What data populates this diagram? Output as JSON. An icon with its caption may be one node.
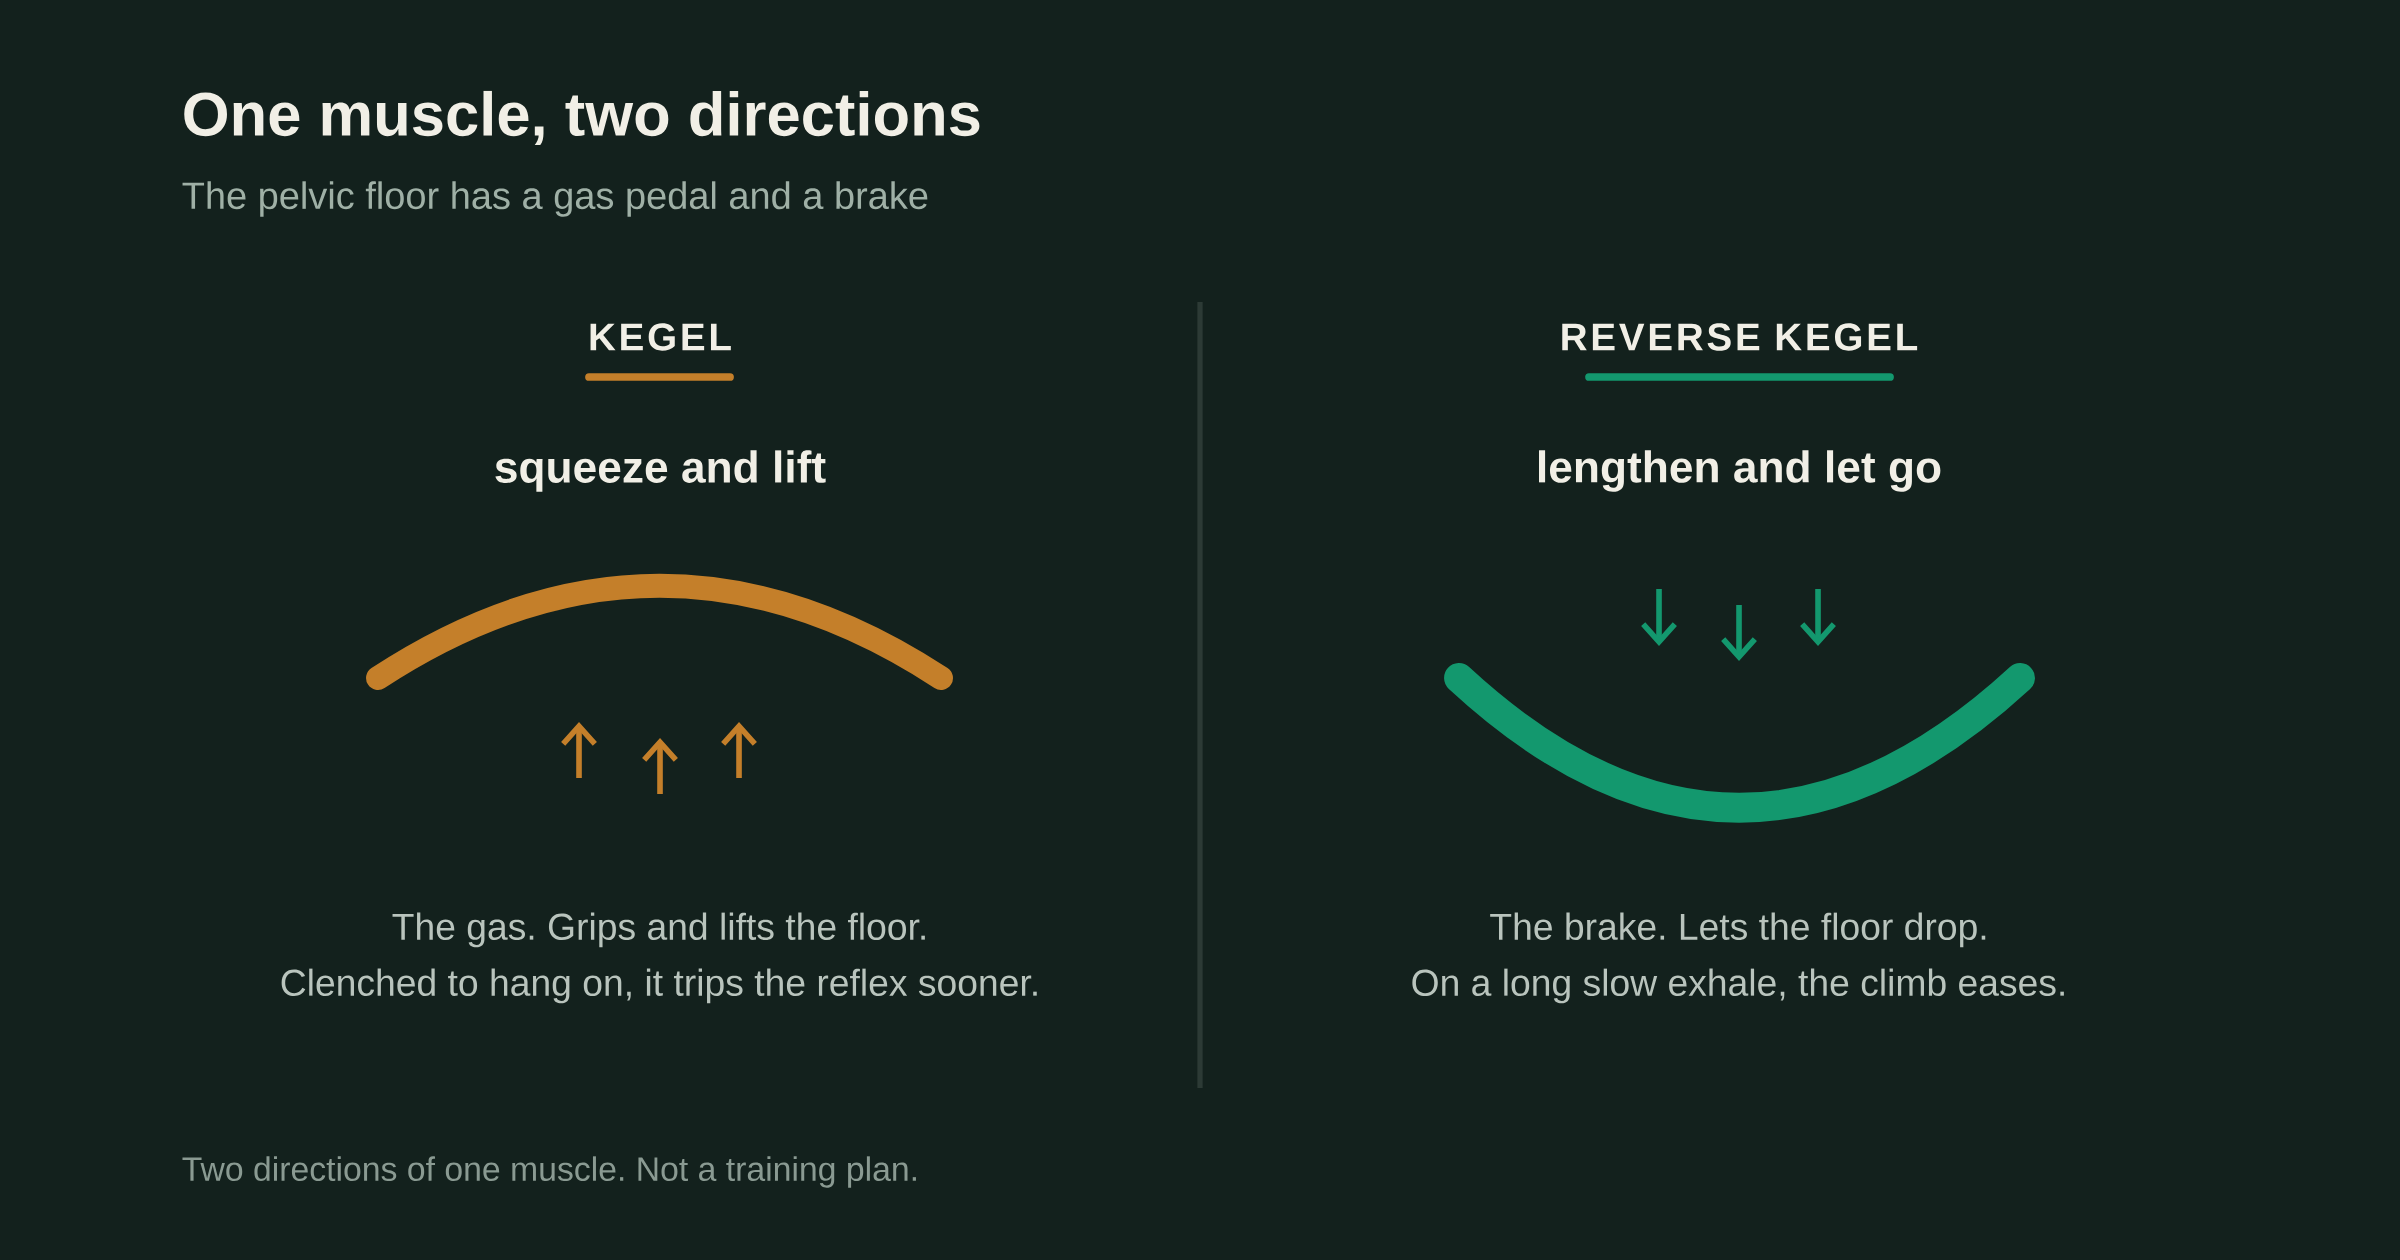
{
  "diagram": {
    "title": "One muscle, two directions",
    "labels": [
      "The pelvic floor has a gas pedal and a brake",
      "KEGEL",
      "squeeze and lift",
      "The gas. Grips and lifts the floor.",
      "Clenched to hang on, it trips the reflex sooner.",
      "REVERSE KEGEL",
      "lengthen and let go",
      "The brake. Lets the floor drop.",
      "On a long slow exhale, the climb eases."
    ],
    "caption": "Two directions of one muscle. Not a training plan."
  }
}
